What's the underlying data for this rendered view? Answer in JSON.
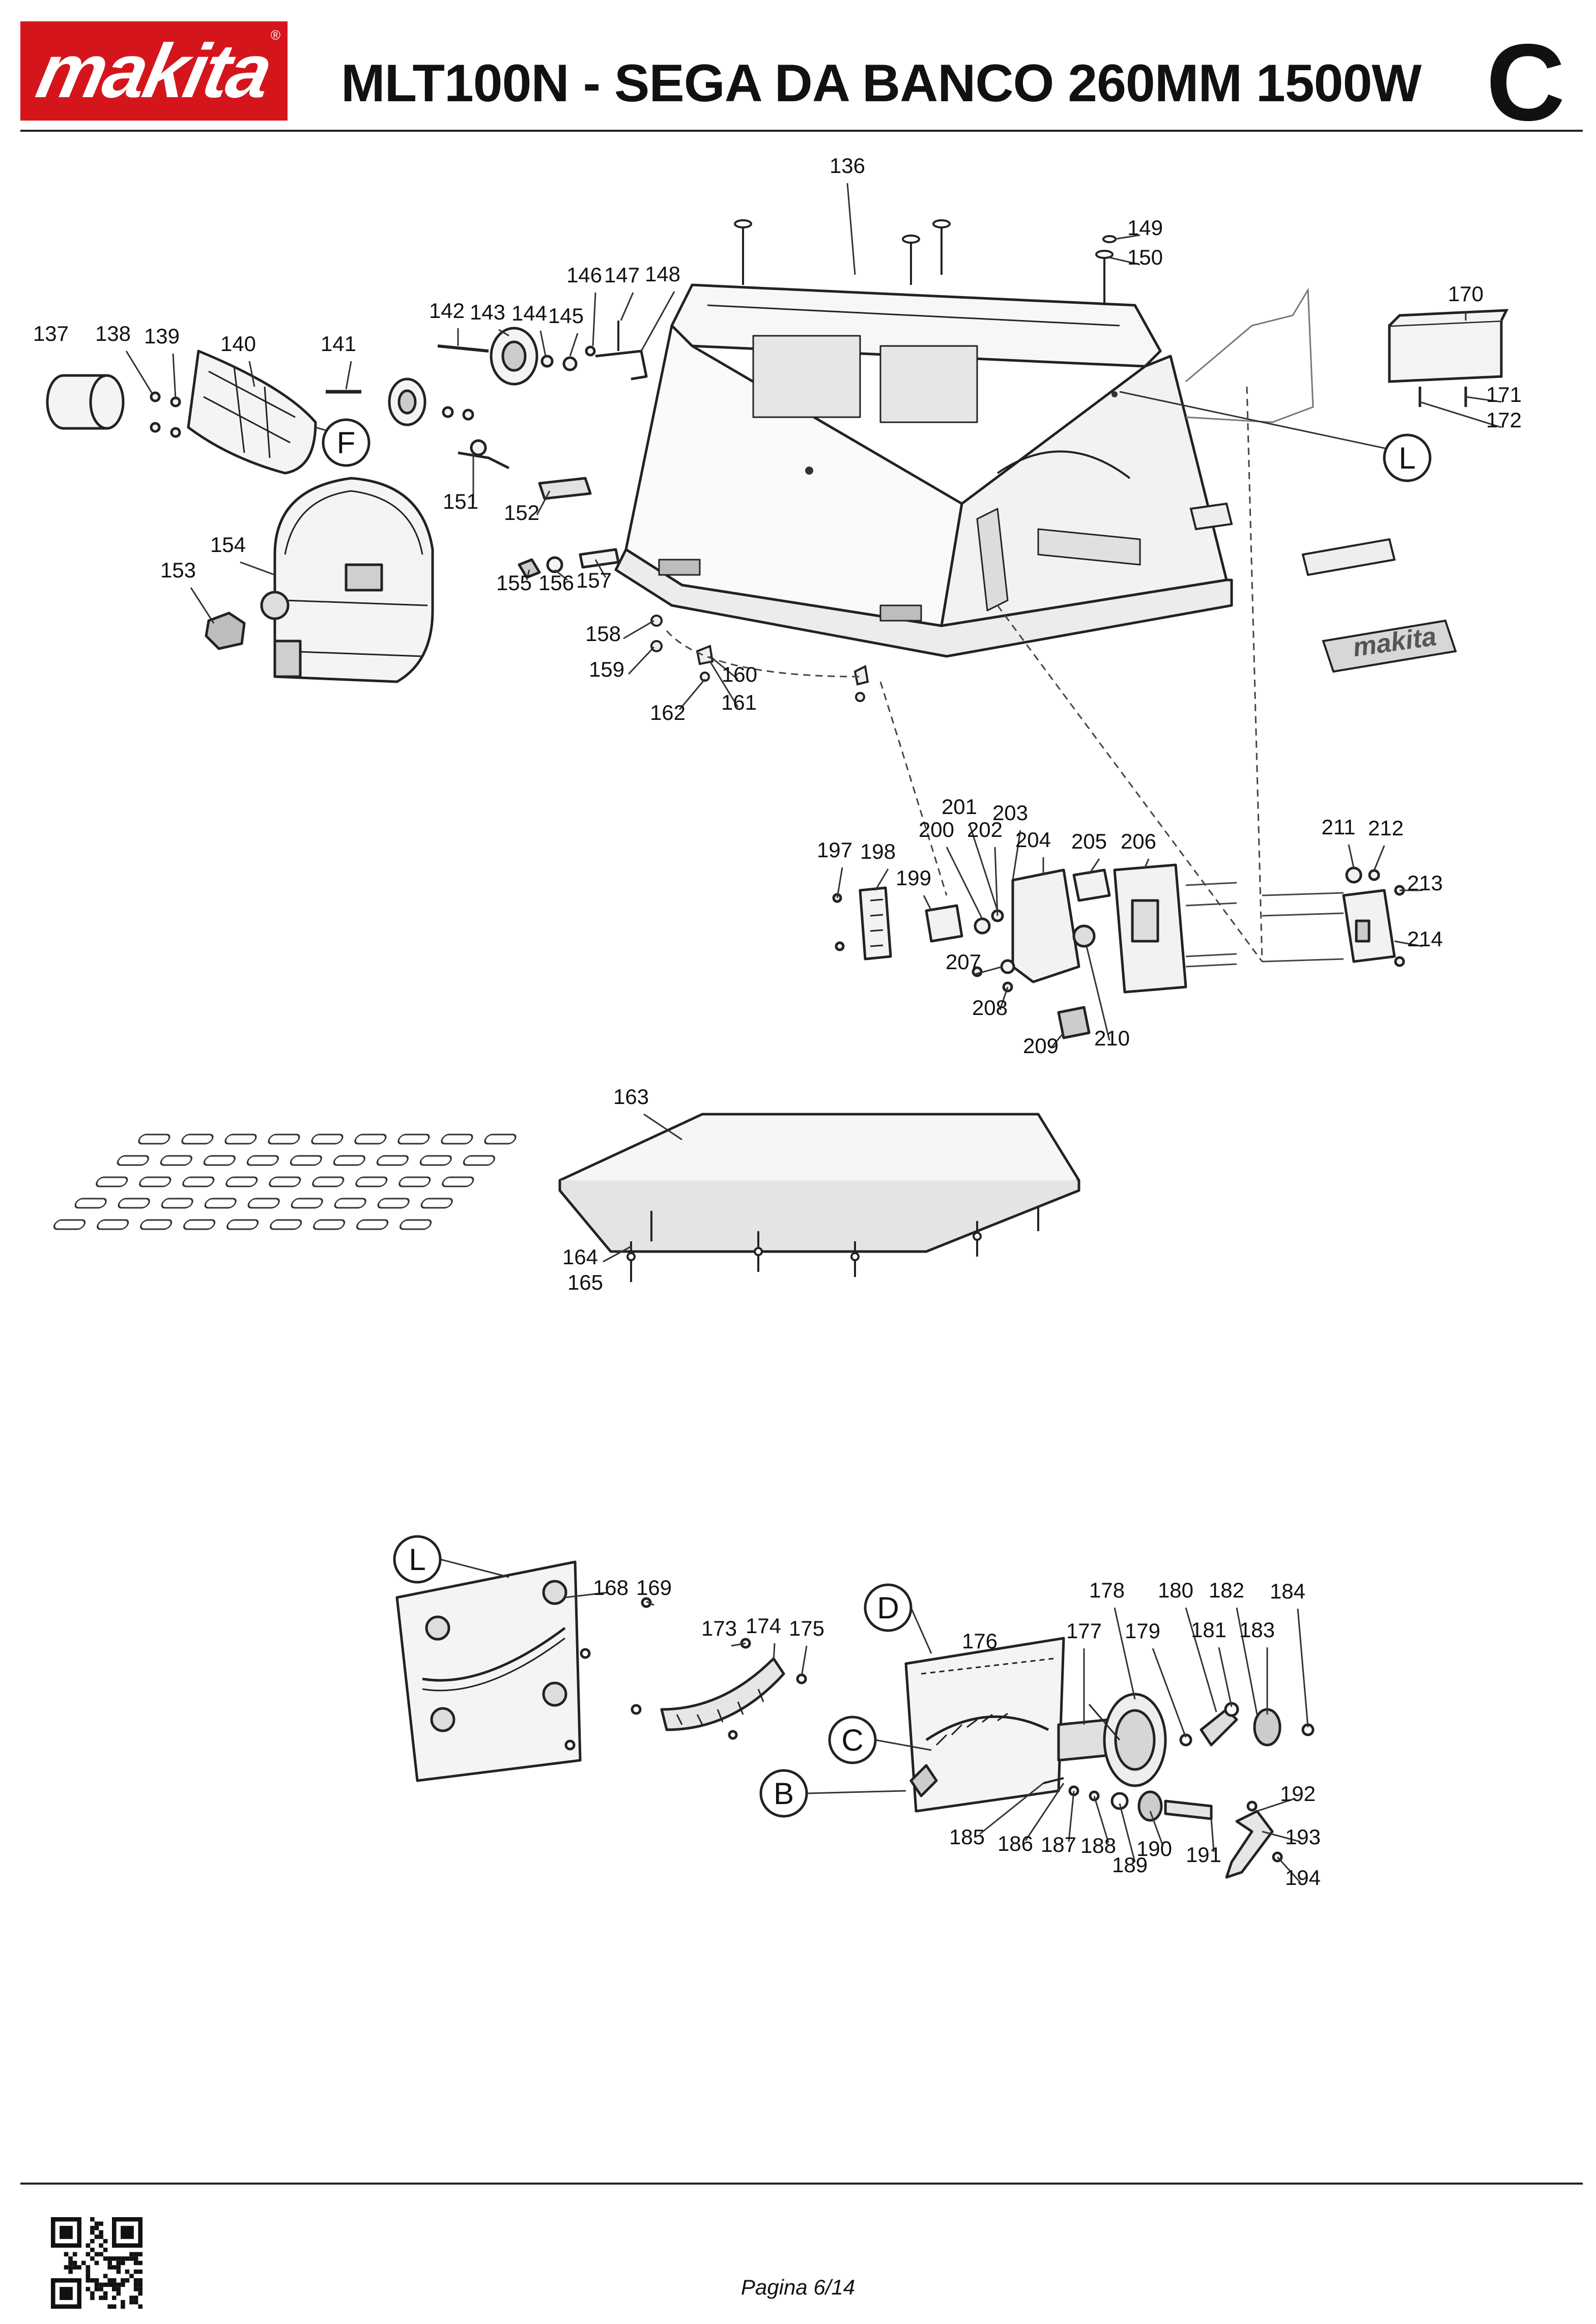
{
  "header": {
    "brand": "makita",
    "registered_mark": "®",
    "title": "MLT100N - SEGA DA BANCO 260MM 1500W",
    "section": "C"
  },
  "footer": {
    "page_label": "Pagina 6/14"
  },
  "decal_text": "makita",
  "detail_refs": [
    "F",
    "L",
    "L",
    "D",
    "C",
    "B"
  ],
  "part_numbers": [
    "136",
    "137",
    "138",
    "139",
    "140",
    "141",
    "142",
    "143",
    "144",
    "145",
    "146",
    "147",
    "148",
    "149",
    "150",
    "151",
    "152",
    "153",
    "154",
    "155",
    "156",
    "157",
    "158",
    "159",
    "160",
    "161",
    "162",
    "163",
    "164",
    "165",
    "168",
    "169",
    "170",
    "171",
    "172",
    "173",
    "174",
    "175",
    "176",
    "177",
    "178",
    "179",
    "180",
    "181",
    "182",
    "183",
    "184",
    "185",
    "186",
    "187",
    "188",
    "189",
    "190",
    "191",
    "192",
    "193",
    "194",
    "197",
    "198",
    "199",
    "200",
    "201",
    "202",
    "203",
    "204",
    "205",
    "206",
    "207",
    "208",
    "209",
    "210",
    "211",
    "212",
    "213",
    "214"
  ],
  "colors": {
    "brand_red": "#d4161c",
    "line": "#222222",
    "text": "#111111"
  }
}
